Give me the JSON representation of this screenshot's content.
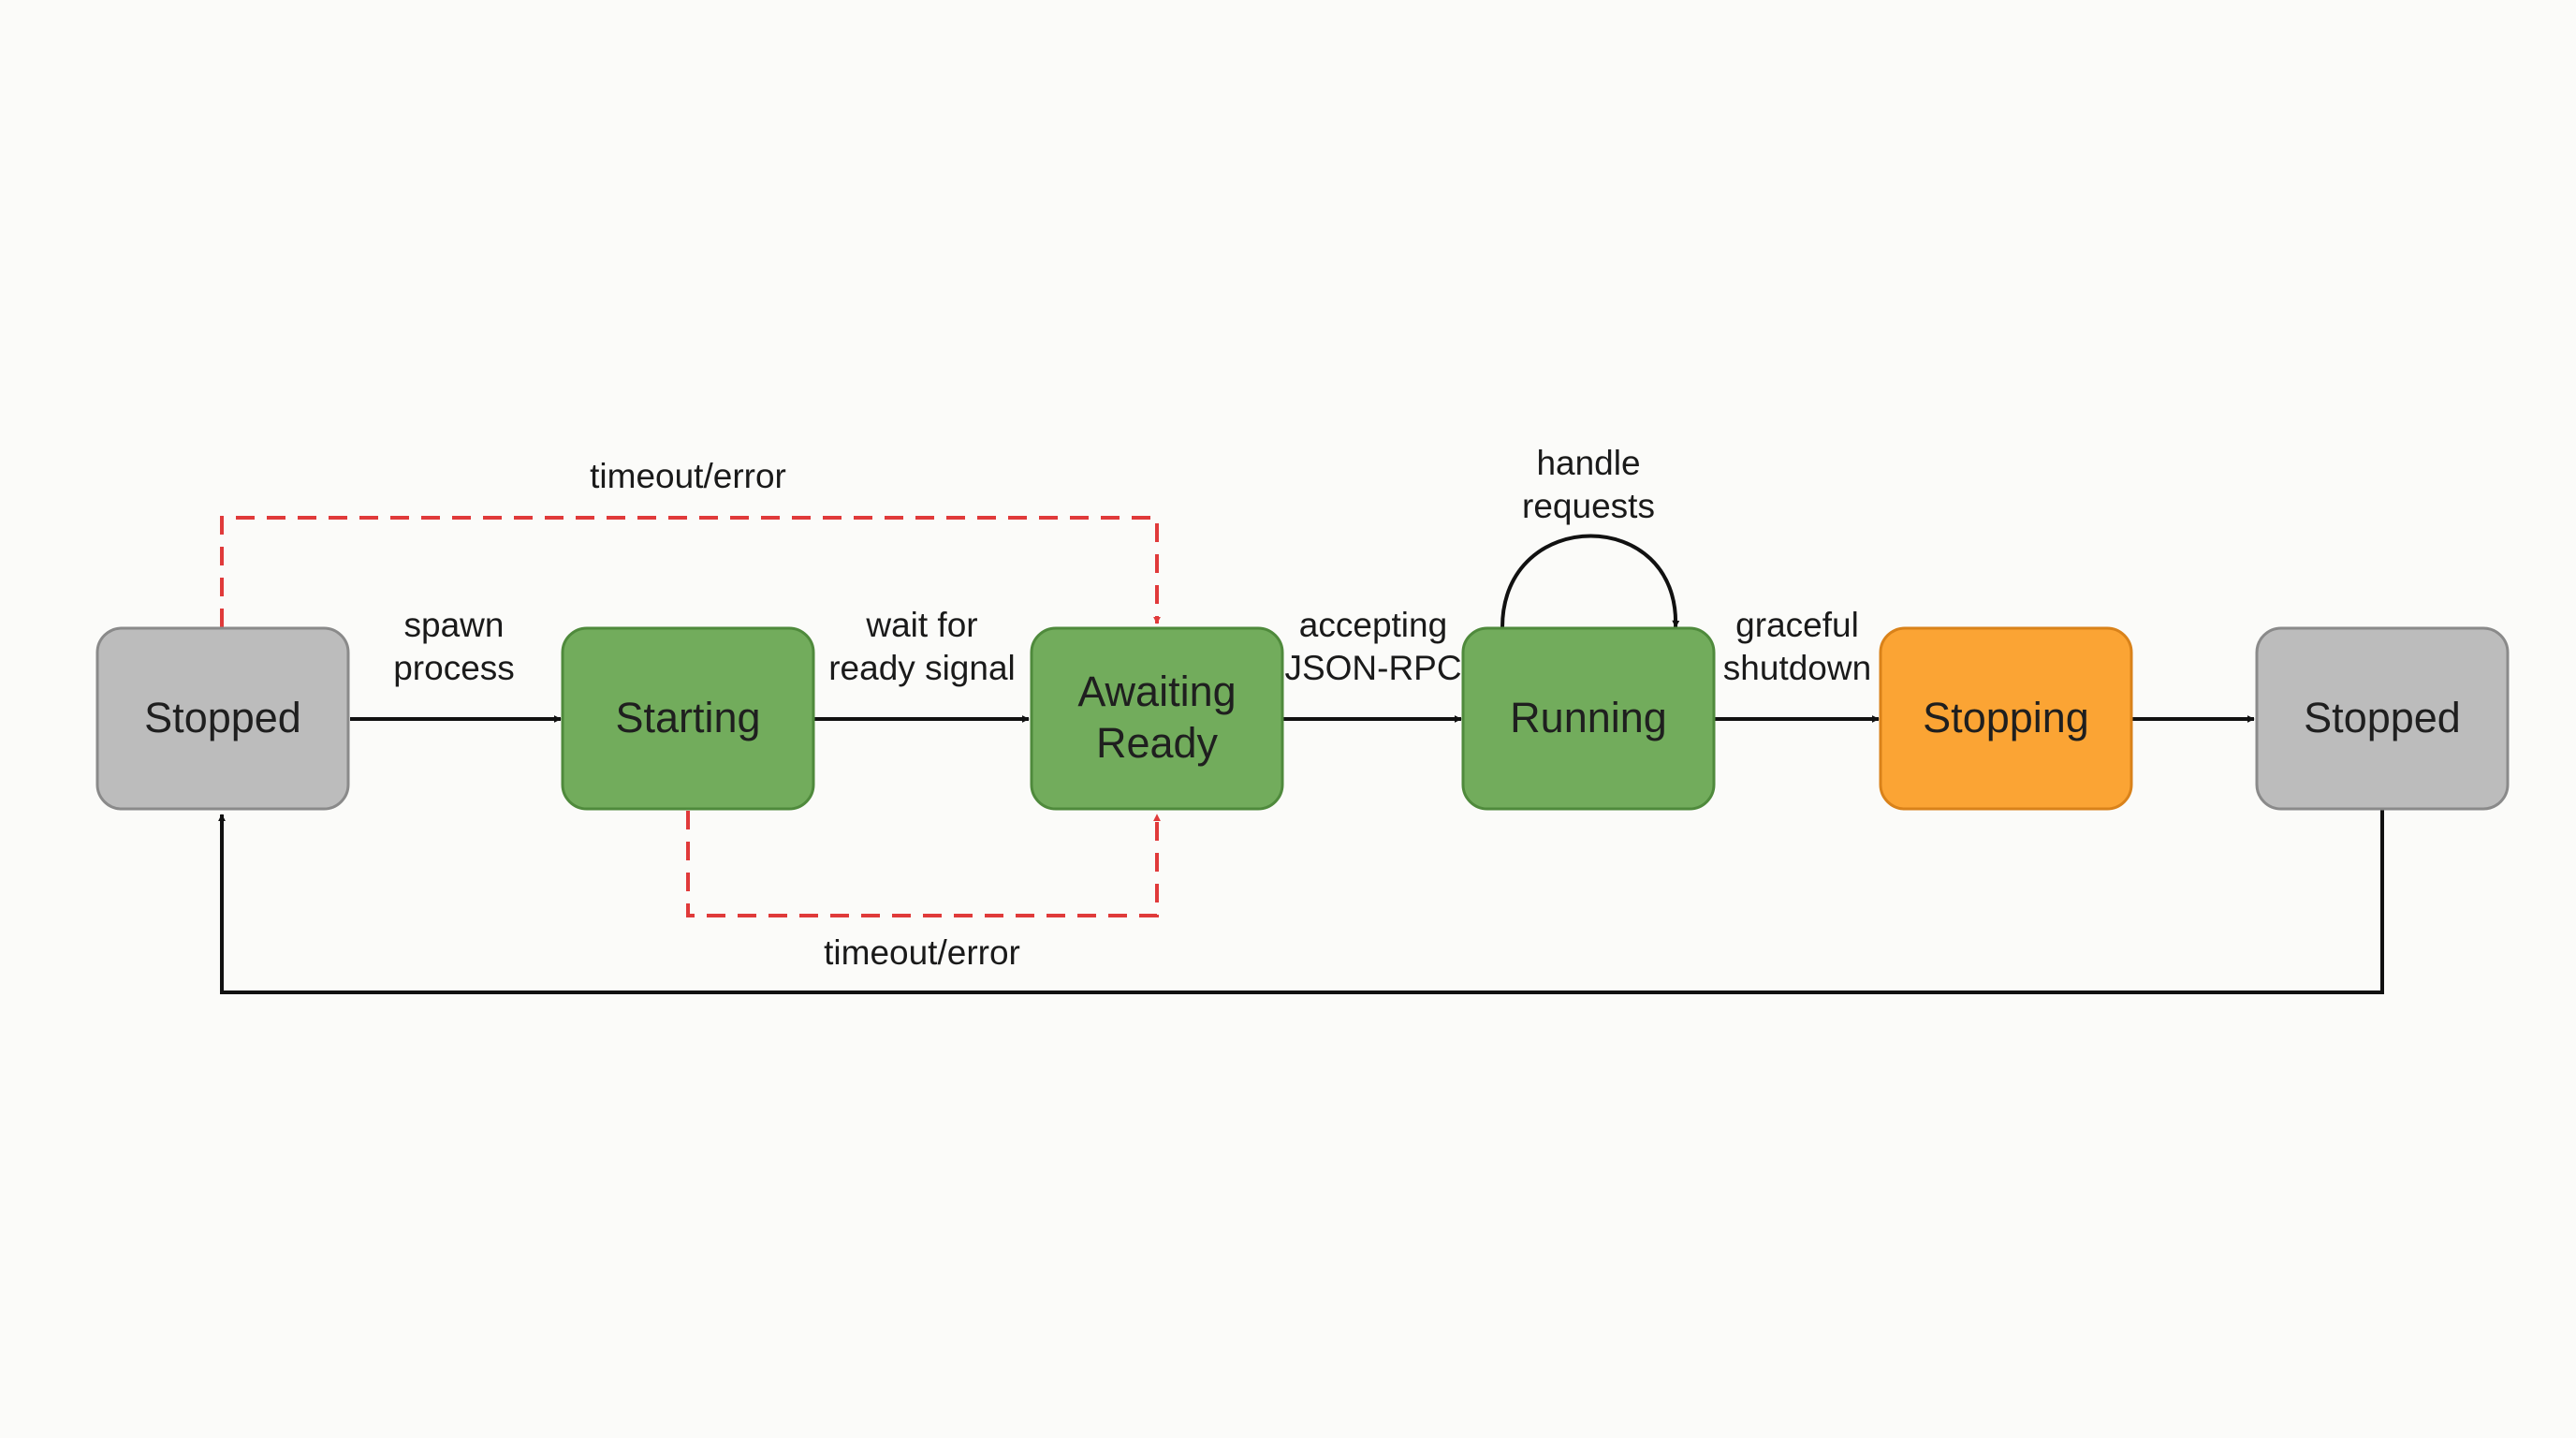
{
  "colors": {
    "background": "#fbfbf9",
    "stopped_fill": "#bcbcbc",
    "stopped_stroke": "#8a8a8a",
    "active_fill": "#72ac5c",
    "active_stroke": "#4f8a3c",
    "stopping_fill": "#fba434",
    "stopping_stroke": "#d9821a",
    "edge_color": "#111111",
    "error_edge_color": "#e03a3a"
  },
  "states": {
    "stopped_start": "Stopped",
    "starting": "Starting",
    "awaiting_ready_line1": "Awaiting",
    "awaiting_ready_line2": "Ready",
    "running": "Running",
    "stopping": "Stopping",
    "stopped_end": "Stopped"
  },
  "transitions": {
    "spawn_line1": "spawn",
    "spawn_line2": "process",
    "wait_line1": "wait for",
    "wait_line2": "ready signal",
    "accepting_line1": "accepting",
    "accepting_line2": "JSON-RPC",
    "handle_line1": "handle",
    "handle_line2": "requests",
    "graceful_line1": "graceful",
    "graceful_line2": "shutdown",
    "timeout_top": "timeout/error",
    "timeout_bottom": "timeout/error"
  }
}
